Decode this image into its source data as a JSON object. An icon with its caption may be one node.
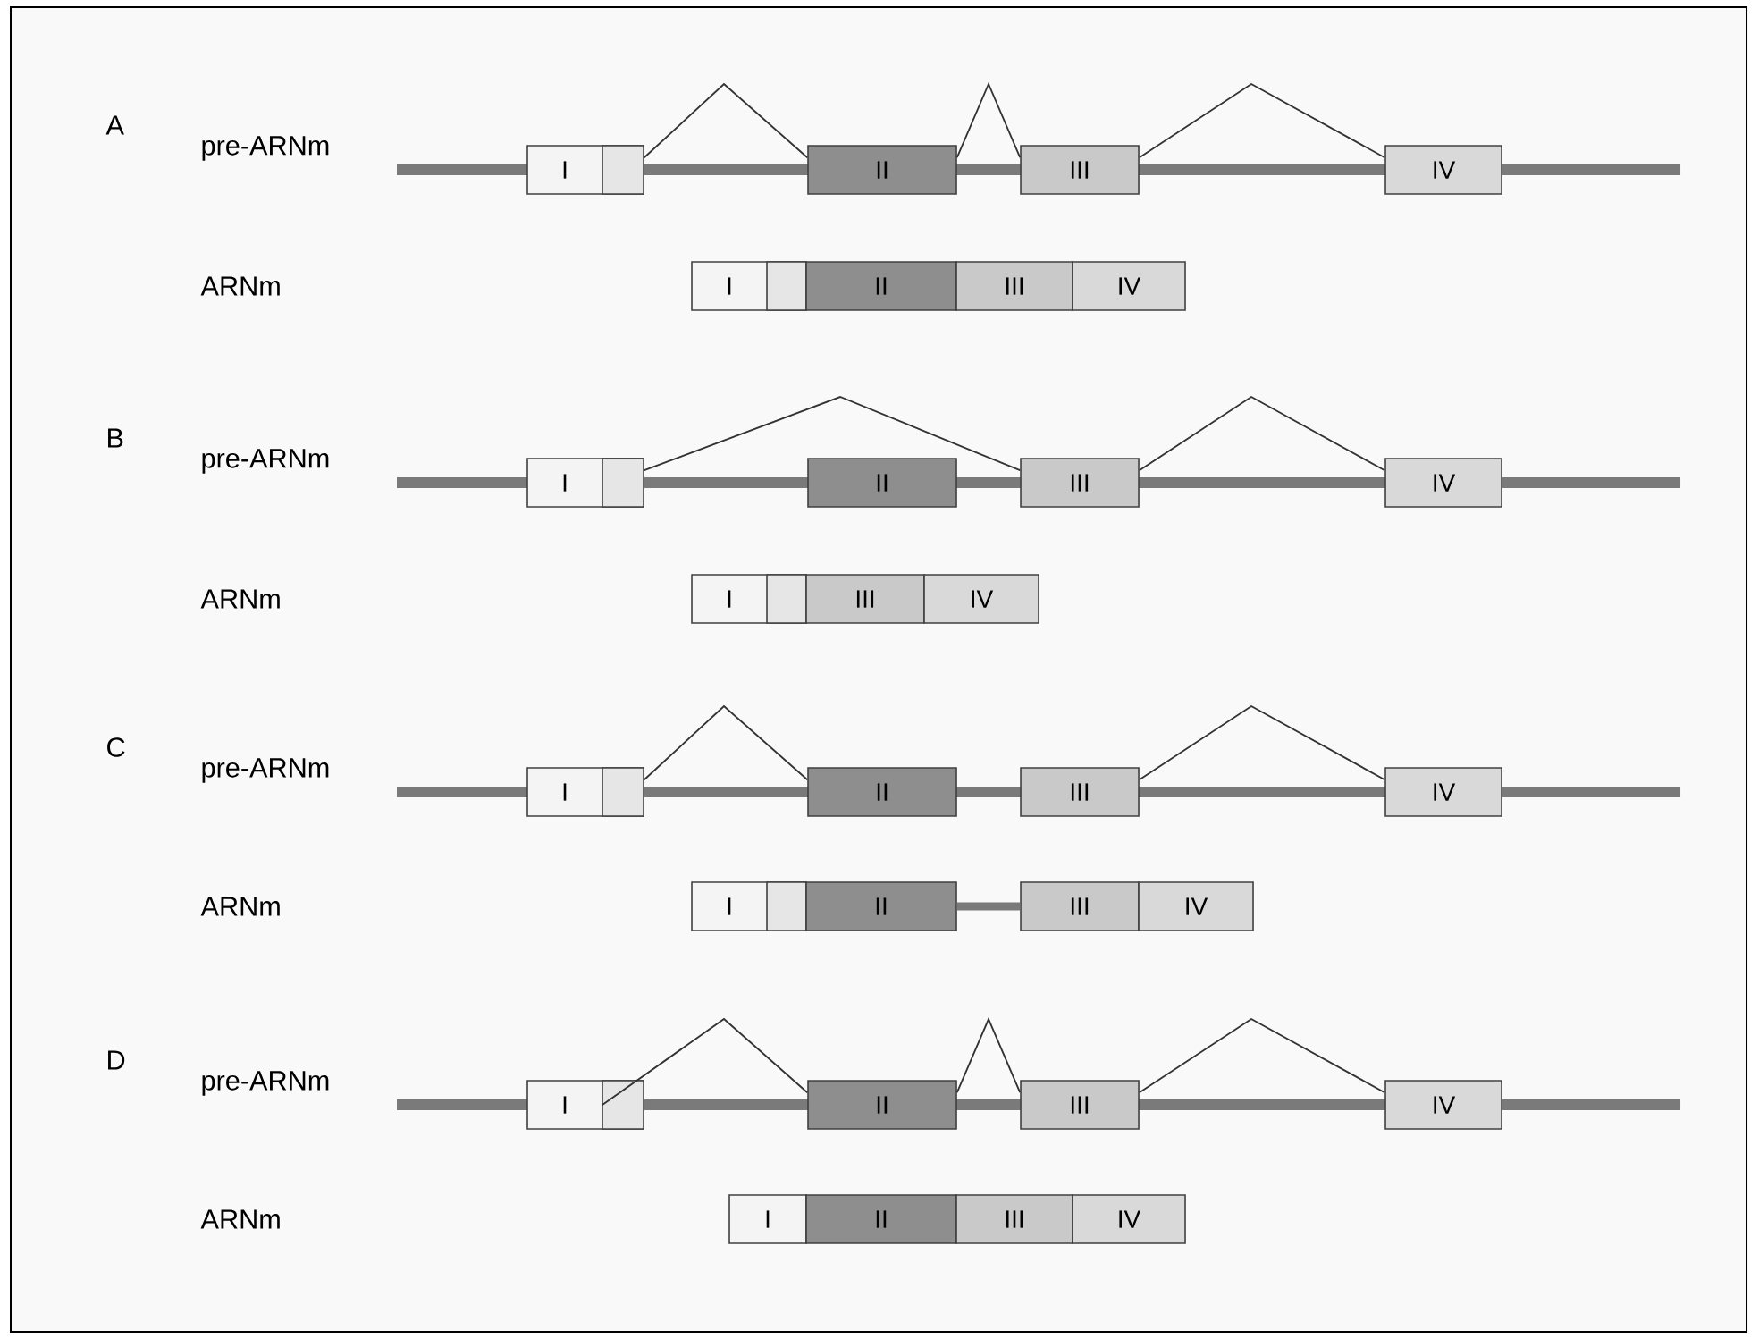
{
  "diagram": {
    "nodes": [
      {
        "text": [
          "I"
        ]
      },
      {
        "text": [
          "II"
        ]
      },
      {
        "text": [
          "III"
        ]
      },
      {
        "text": [
          "IV"
        ]
      },
      {
        "text": [
          "I"
        ]
      },
      {
        "text": [
          "II"
        ]
      },
      {
        "text": [
          "III"
        ]
      },
      {
        "text": [
          "IV"
        ]
      },
      {
        "text": [
          "I"
        ]
      },
      {
        "text": [
          "II"
        ]
      },
      {
        "text": [
          "III"
        ]
      },
      {
        "text": [
          "IV"
        ]
      },
      {
        "text": [
          "I"
        ]
      },
      {
        "text": [
          "III"
        ]
      },
      {
        "text": [
          "IV"
        ]
      },
      {
        "text": [
          "I"
        ]
      },
      {
        "text": [
          "II"
        ]
      },
      {
        "text": [
          "III"
        ]
      },
      {
        "text": [
          "IV"
        ]
      },
      {
        "text": [
          "I"
        ]
      },
      {
        "text": [
          "II"
        ]
      },
      {
        "text": [
          "III"
        ]
      },
      {
        "text": [
          "IV"
        ]
      },
      {
        "text": [
          "I"
        ]
      },
      {
        "text": [
          "II"
        ]
      },
      {
        "text": [
          "III"
        ]
      },
      {
        "text": [
          "IV"
        ]
      },
      {
        "text": [
          "I"
        ]
      },
      {
        "text": [
          "II"
        ]
      },
      {
        "text": [
          "III"
        ]
      },
      {
        "text": [
          "IV"
        ]
      }
    ],
    "edges": [
      {
        "from": 0,
        "to": 1,
        "arrow": "none"
      },
      {
        "from": 1,
        "to": 2,
        "arrow": "none"
      },
      {
        "from": 2,
        "to": 3,
        "arrow": "none"
      },
      {
        "from": 8,
        "to": 10,
        "arrow": "none"
      },
      {
        "from": 10,
        "to": 11,
        "arrow": "none"
      },
      {
        "from": 15,
        "to": 16,
        "arrow": "none"
      },
      {
        "from": 17,
        "to": 18,
        "arrow": "none"
      },
      {
        "from": 23,
        "to": 24,
        "arrow": "none"
      },
      {
        "from": 24,
        "to": 25,
        "arrow": "none"
      },
      {
        "from": 25,
        "to": 26,
        "arrow": "none"
      },
      {
        "from": 20,
        "to": 21,
        "arrow": "none",
        "style": "thick",
        "color": "#7a7a7a"
      }
    ],
    "labels": [
      "A",
      "pre-ARNm",
      "ARNm",
      "B",
      "pre-ARNm",
      "ARNm",
      "C",
      "pre-ARNm",
      "ARNm",
      "D",
      "pre-ARNm",
      "ARNm"
    ]
  }
}
